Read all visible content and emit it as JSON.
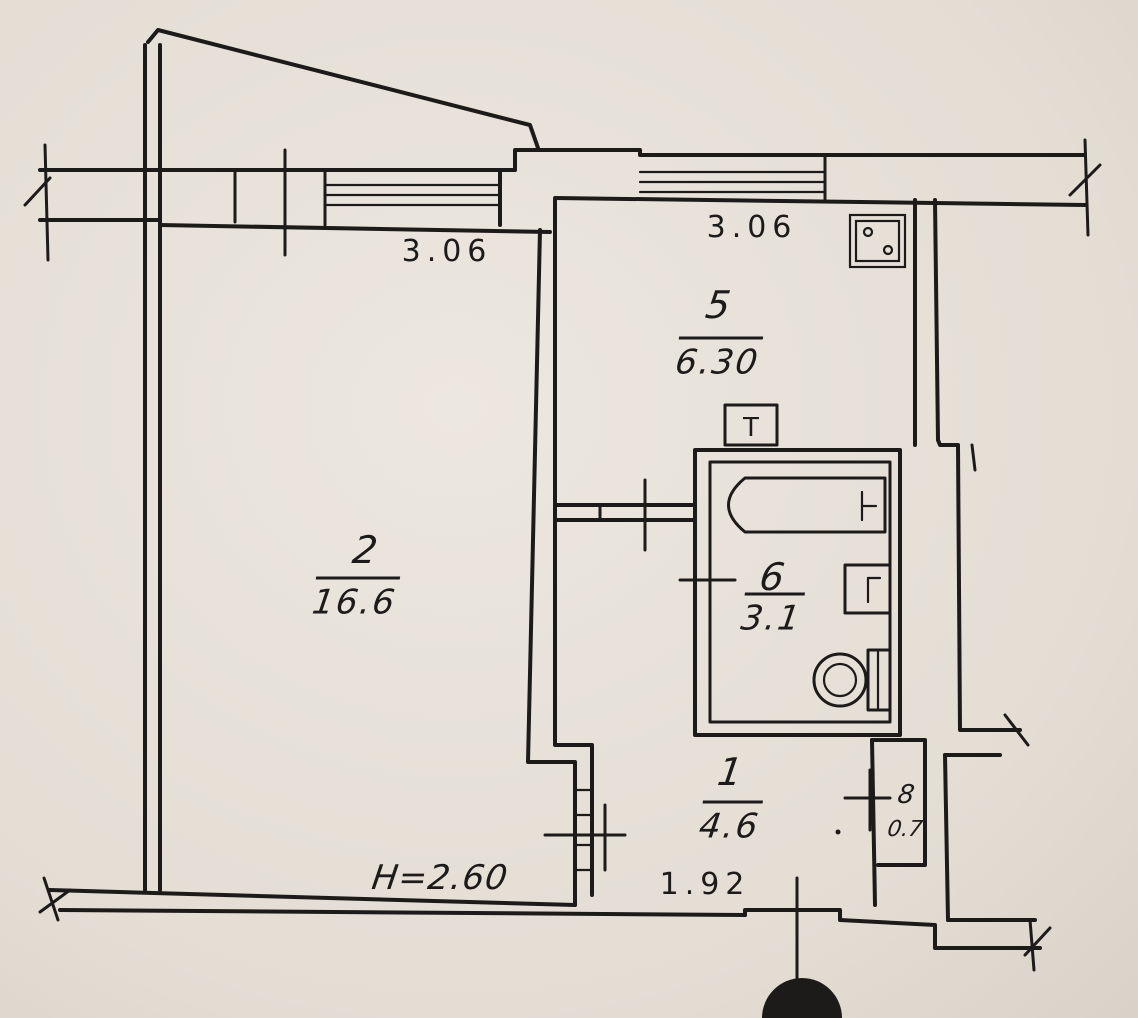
{
  "rooms": [
    {
      "number": "2",
      "area": "16.6"
    },
    {
      "number": "5",
      "area": "6.30"
    },
    {
      "number": "6",
      "area": "3.1"
    },
    {
      "number": "1",
      "area": "4.6"
    },
    {
      "number": "8",
      "area": "0.7"
    }
  ],
  "dimensions": {
    "room2_width": "3.06",
    "room5_width": "3.06",
    "hall_width": "1.92",
    "ceiling_height": "H=2.60"
  },
  "fixtures": {
    "heater_label": "T"
  },
  "colors": {
    "ink": "#1d1b1a",
    "paper": "#e6e0d8"
  }
}
